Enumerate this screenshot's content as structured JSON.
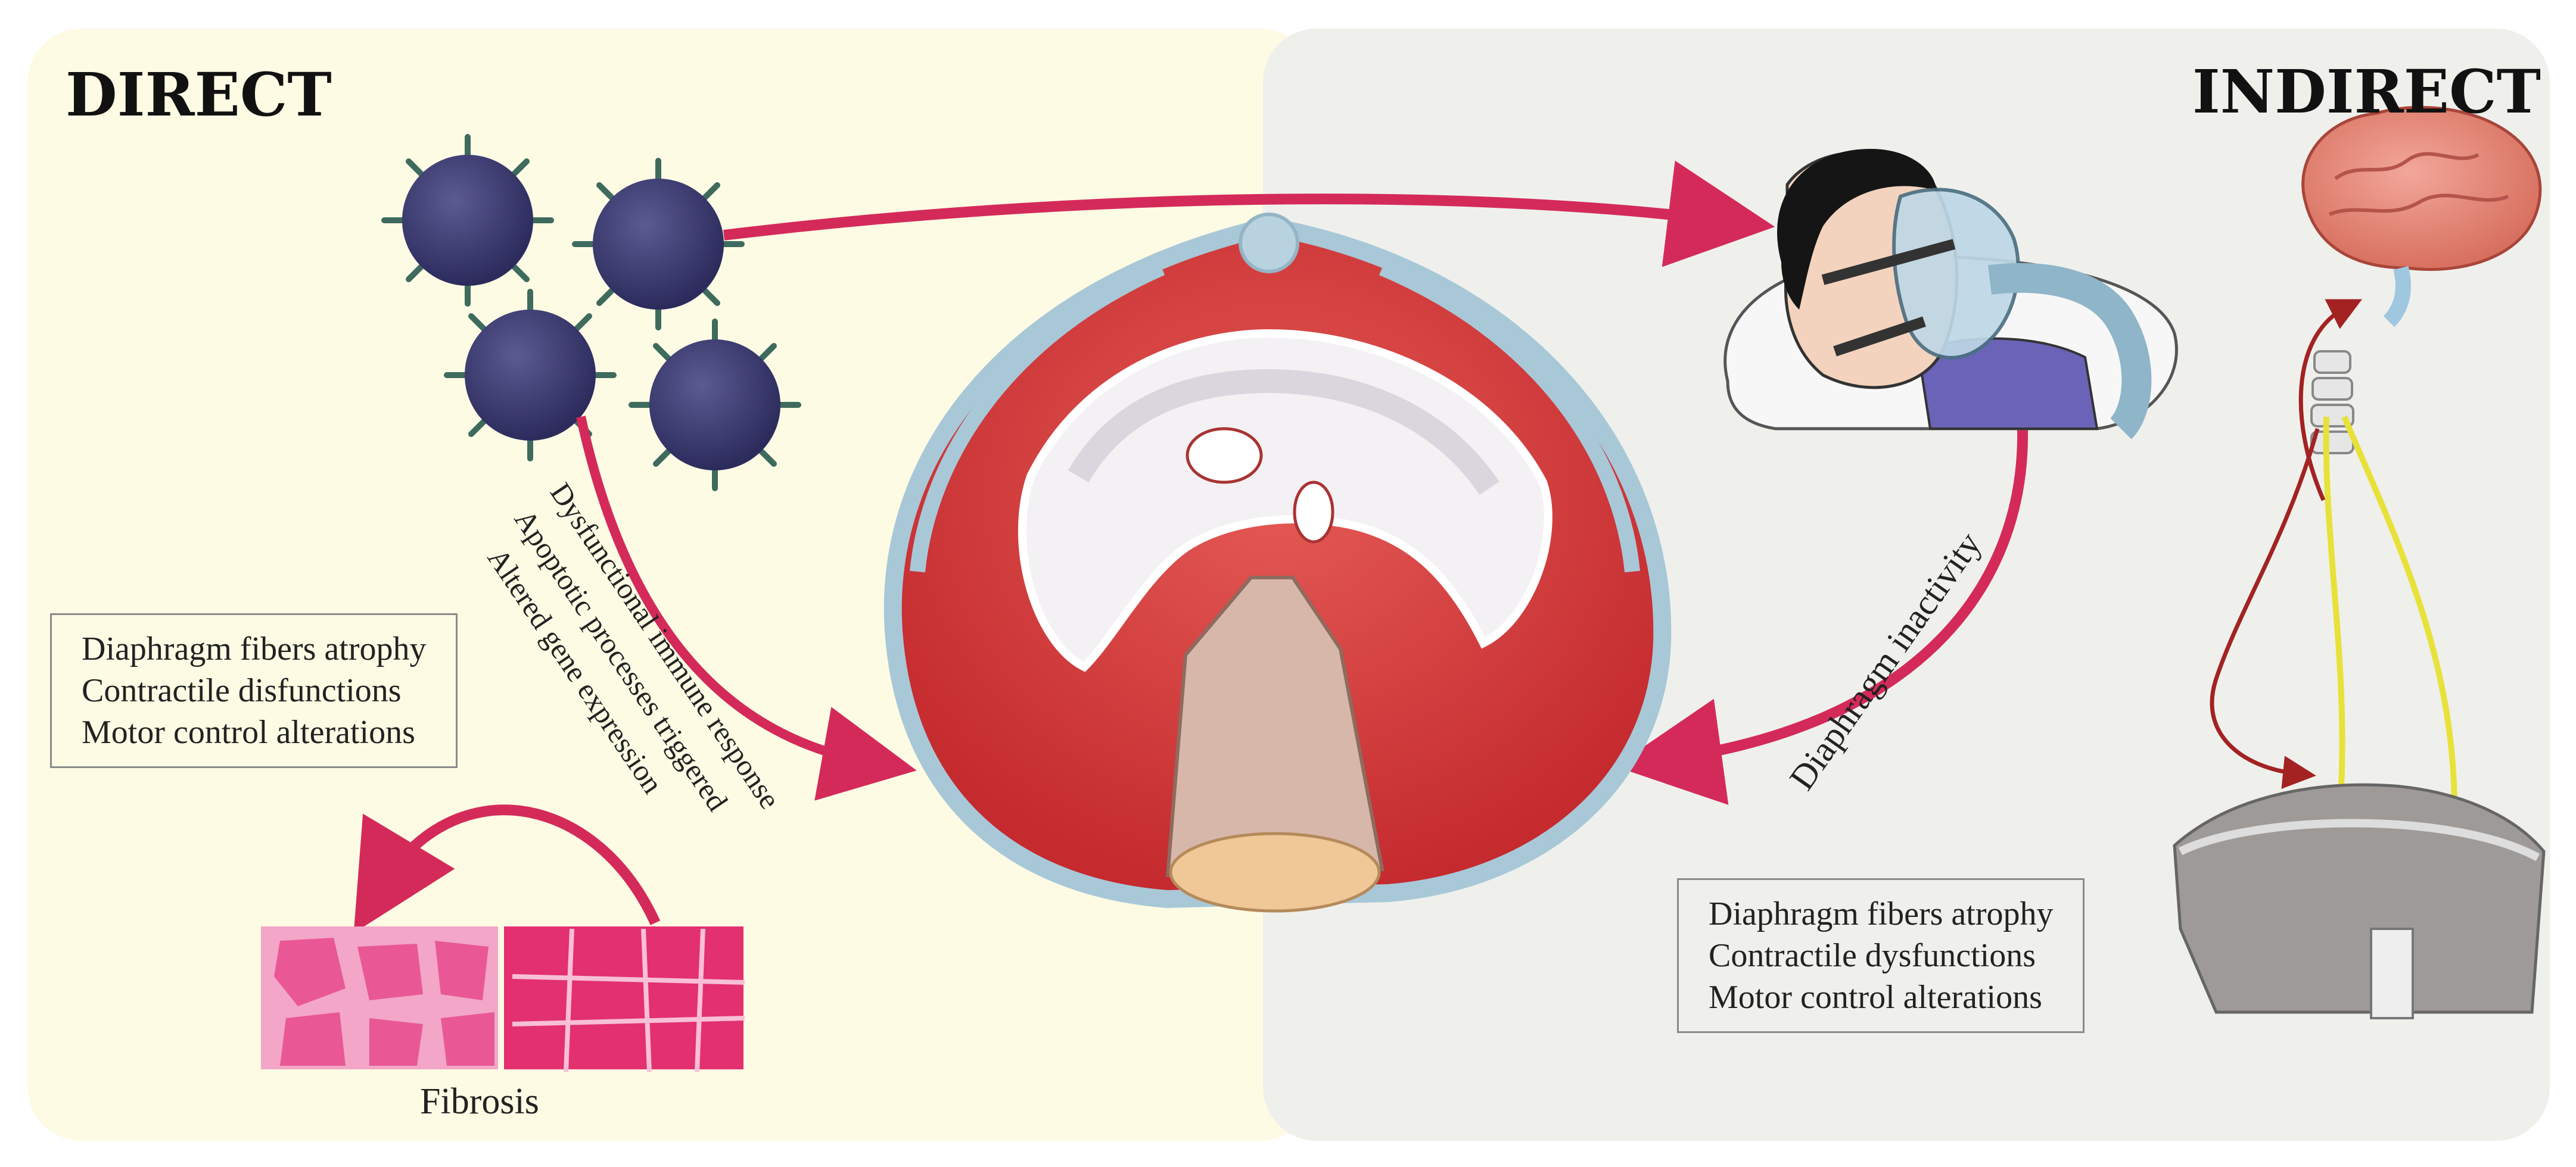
{
  "panels": {
    "direct": {
      "heading": "DIRECT"
    },
    "indirect": {
      "heading": "INDIRECT"
    }
  },
  "labels": {
    "direct_mechanisms": [
      "Dysfunctional immune response",
      "Apoptotic processes triggered",
      "Altered gene expression"
    ],
    "diaphragm_inactivity": "Diaphragm inactivity",
    "fibrosis": "Fibrosis"
  },
  "boxes": {
    "direct_effects": [
      "Diaphragm fibers atrophy",
      "Contractile disfunctions",
      "Motor control alterations"
    ],
    "indirect_effects": [
      "Diaphragm fibers atrophy",
      "Contractile dysfunctions",
      "Motor control alterations"
    ]
  },
  "colors": {
    "direct_bg": "#fdfbe4",
    "indirect_bg": "#eff0ec",
    "arrow": "#d42a5a",
    "diaphragm_muscle": "#d9393b",
    "nerve": "#e8e13a"
  }
}
